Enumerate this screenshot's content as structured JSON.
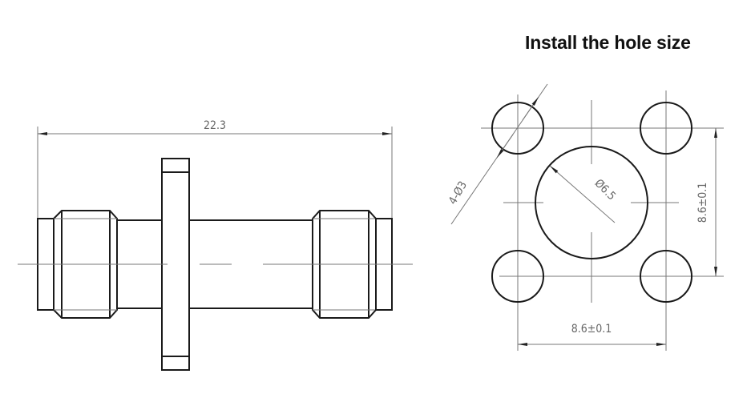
{
  "title": "Install the hole size",
  "side_view": {
    "overall_length": "22.3"
  },
  "hole_pattern": {
    "mounting_holes": "4-Ø3",
    "center_hole": "Ø6.5",
    "vertical_spacing": "8.6±0.1",
    "horizontal_spacing": "8.6±0.1"
  }
}
